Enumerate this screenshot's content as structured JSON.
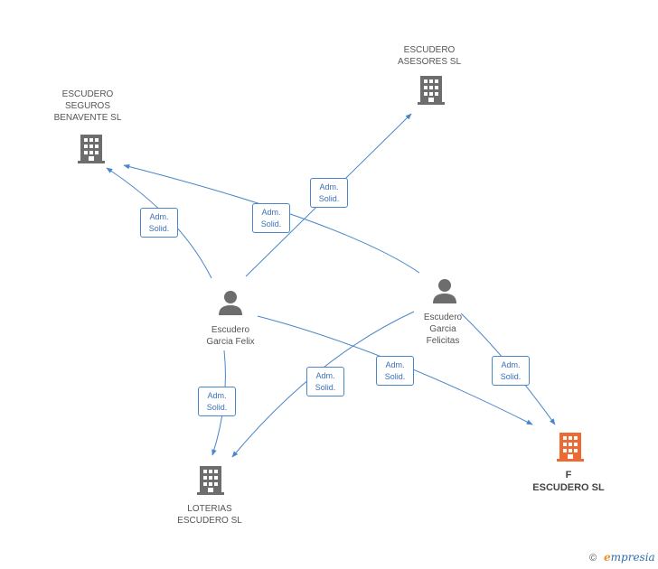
{
  "colors": {
    "edge": "#4a86c8",
    "company": "#6d6d6d",
    "company_focus": "#ef6a33",
    "person": "#6d6d6d"
  },
  "nodes": {
    "asesores": {
      "label": "ESCUDERO\nASESORES SL",
      "icon": "building-icon"
    },
    "seguros": {
      "label": "ESCUDERO\nSEGUROS\nBENAVENTE SL",
      "icon": "building-icon"
    },
    "felix": {
      "label": "Escudero\nGarcia Felix",
      "icon": "person-icon"
    },
    "felicitas": {
      "label": "Escudero\nGarcia\nFelicitas",
      "icon": "person-icon"
    },
    "loterias": {
      "label": "LOTERIAS\nESCUDERO SL",
      "icon": "building-icon"
    },
    "f_escudero": {
      "label": "F\nESCUDERO SL",
      "icon": "building-icon"
    }
  },
  "edges": [
    {
      "from": "felix",
      "to": "seguros",
      "label": "Adm.\nSolid."
    },
    {
      "from": "felix",
      "to": "asesores",
      "label": "Adm.\nSolid."
    },
    {
      "from": "felicitas",
      "to": "seguros",
      "label": "Adm.\nSolid."
    },
    {
      "from": "felix",
      "to": "loterias",
      "label": "Adm.\nSolid."
    },
    {
      "from": "felicitas",
      "to": "loterias",
      "label": "Adm.\nSolid."
    },
    {
      "from": "felix",
      "to": "f_escudero",
      "label": "Adm.\nSolid."
    },
    {
      "from": "felicitas",
      "to": "f_escudero",
      "label": "Adm.\nSolid."
    }
  ],
  "footer": {
    "copyright": "©",
    "brand_initial": "e",
    "brand_rest": "mpresia"
  }
}
